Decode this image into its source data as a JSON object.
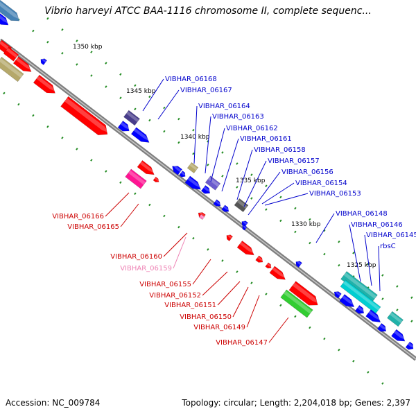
{
  "title": "Vibrio harveyi ATCC BAA-1116 chromosome II, complete sequenc...",
  "footer": {
    "accession": "Accession: NC_009784",
    "summary": "Topology: circular; Length: 2,204,018 bp; Genes: 2,397"
  },
  "colors": {
    "backbone": "#808080",
    "forward_gene": "#0000ff",
    "reverse_gene": "#ff0000",
    "pseudo_gene": "#ff80c0",
    "tick": "#228b22"
  },
  "kbp_labels": [
    "1350 kbp",
    "1345 kbp",
    "1340 kbp",
    "1335 kbp",
    "1330 kbp",
    "1325 kbp"
  ],
  "upper_labels": [
    {
      "text": "VIBHAR_06168",
      "color": "#0000cc"
    },
    {
      "text": "VIBHAR_06167",
      "color": "#0000cc"
    },
    {
      "text": "VIBHAR_06164",
      "color": "#0000cc"
    },
    {
      "text": "VIBHAR_06163",
      "color": "#0000cc"
    },
    {
      "text": "VIBHAR_06162",
      "color": "#0000cc"
    },
    {
      "text": "VIBHAR_06161",
      "color": "#0000cc"
    },
    {
      "text": "VIBHAR_06158",
      "color": "#0000cc"
    },
    {
      "text": "VIBHAR_06157",
      "color": "#0000cc"
    },
    {
      "text": "VIBHAR_06156",
      "color": "#0000cc"
    },
    {
      "text": "VIBHAR_06154",
      "color": "#0000cc"
    },
    {
      "text": "VIBHAR_06153",
      "color": "#0000cc"
    },
    {
      "text": "VIBHAR_06148",
      "color": "#0000cc"
    },
    {
      "text": "VIBHAR_06146",
      "color": "#0000cc"
    },
    {
      "text": "VIBHAR_06145",
      "color": "#0000cc"
    },
    {
      "text": "rbsC",
      "color": "#0000cc"
    }
  ],
  "lower_labels": [
    {
      "text": "VIBHAR_06166",
      "color": "#cc0000"
    },
    {
      "text": "VIBHAR_06165",
      "color": "#cc0000"
    },
    {
      "text": "VIBHAR_06160",
      "color": "#cc0000"
    },
    {
      "text": "VIBHAR_06159",
      "color": "#ee82b4"
    },
    {
      "text": "VIBHAR_06155",
      "color": "#cc0000"
    },
    {
      "text": "VIBHAR_06152",
      "color": "#cc0000"
    },
    {
      "text": "VIBHAR_06151",
      "color": "#cc0000"
    },
    {
      "text": "VIBHAR_06150",
      "color": "#cc0000"
    },
    {
      "text": "VIBHAR_06149",
      "color": "#cc0000"
    },
    {
      "text": "VIBHAR_06147",
      "color": "#cc0000"
    }
  ]
}
